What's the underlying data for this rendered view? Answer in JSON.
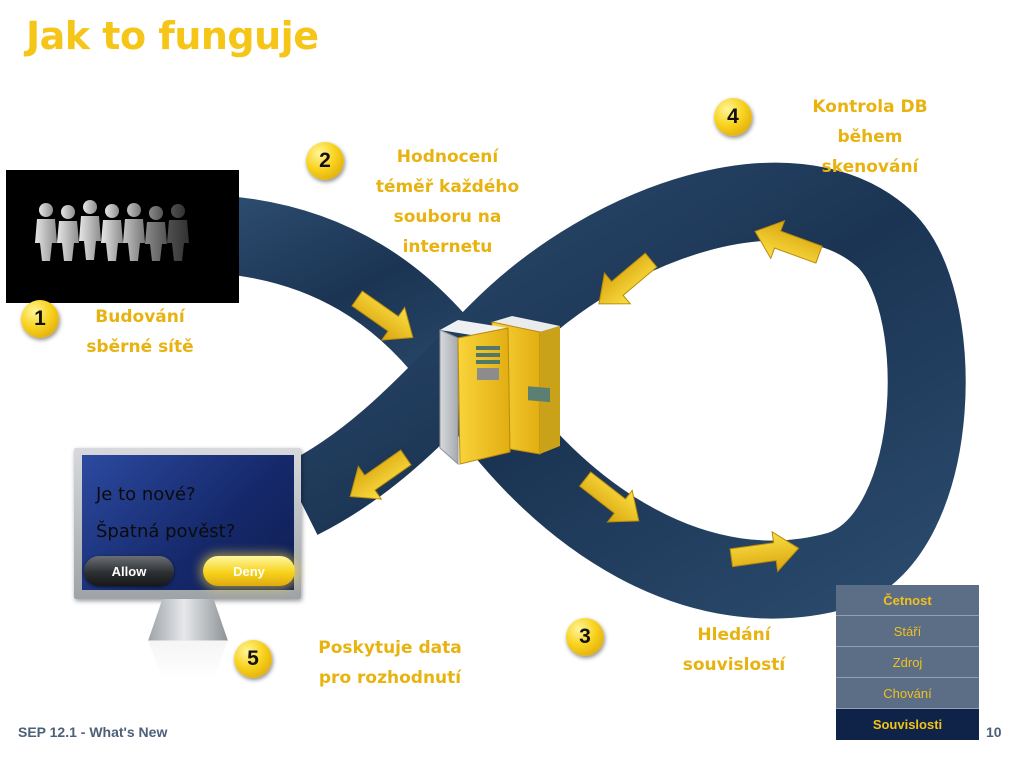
{
  "slide": {
    "title": "Jak to funguje",
    "footer": "SEP 12.1 - What's New",
    "page_number": "10"
  },
  "steps": [
    {
      "number": "1",
      "line1": "Budování",
      "line2": "sběrné sítě"
    },
    {
      "number": "2",
      "line1": "Hodnocení",
      "line2": "téměř každého",
      "line3": "souboru na",
      "line4": "internetu"
    },
    {
      "number": "3",
      "line1": "Hledání",
      "line2": "souvislostí"
    },
    {
      "number": "4",
      "line1": "Kontrola DB",
      "line2": "během",
      "line3": "skenování"
    },
    {
      "number": "5",
      "line1": "Poskytuje data",
      "line2": "pro rozhodnutí"
    }
  ],
  "monitor": {
    "question1": "Je to nové?",
    "question2": "Špatná pověst?",
    "allow_label": "Allow",
    "deny_label": "Deny"
  },
  "table": {
    "rows": [
      "Četnost",
      "Stáří",
      "Zdroj",
      "Chování",
      "Souvislosti"
    ]
  },
  "colors": {
    "accent_yellow": "#f5c518",
    "loop_dark": "#1d3858",
    "table_blue": "#5c6d86",
    "table_dark": "#0e2347"
  },
  "icons": [
    "people-crowd-icon",
    "server-icon",
    "monitor-icon",
    "arrow-icon"
  ]
}
